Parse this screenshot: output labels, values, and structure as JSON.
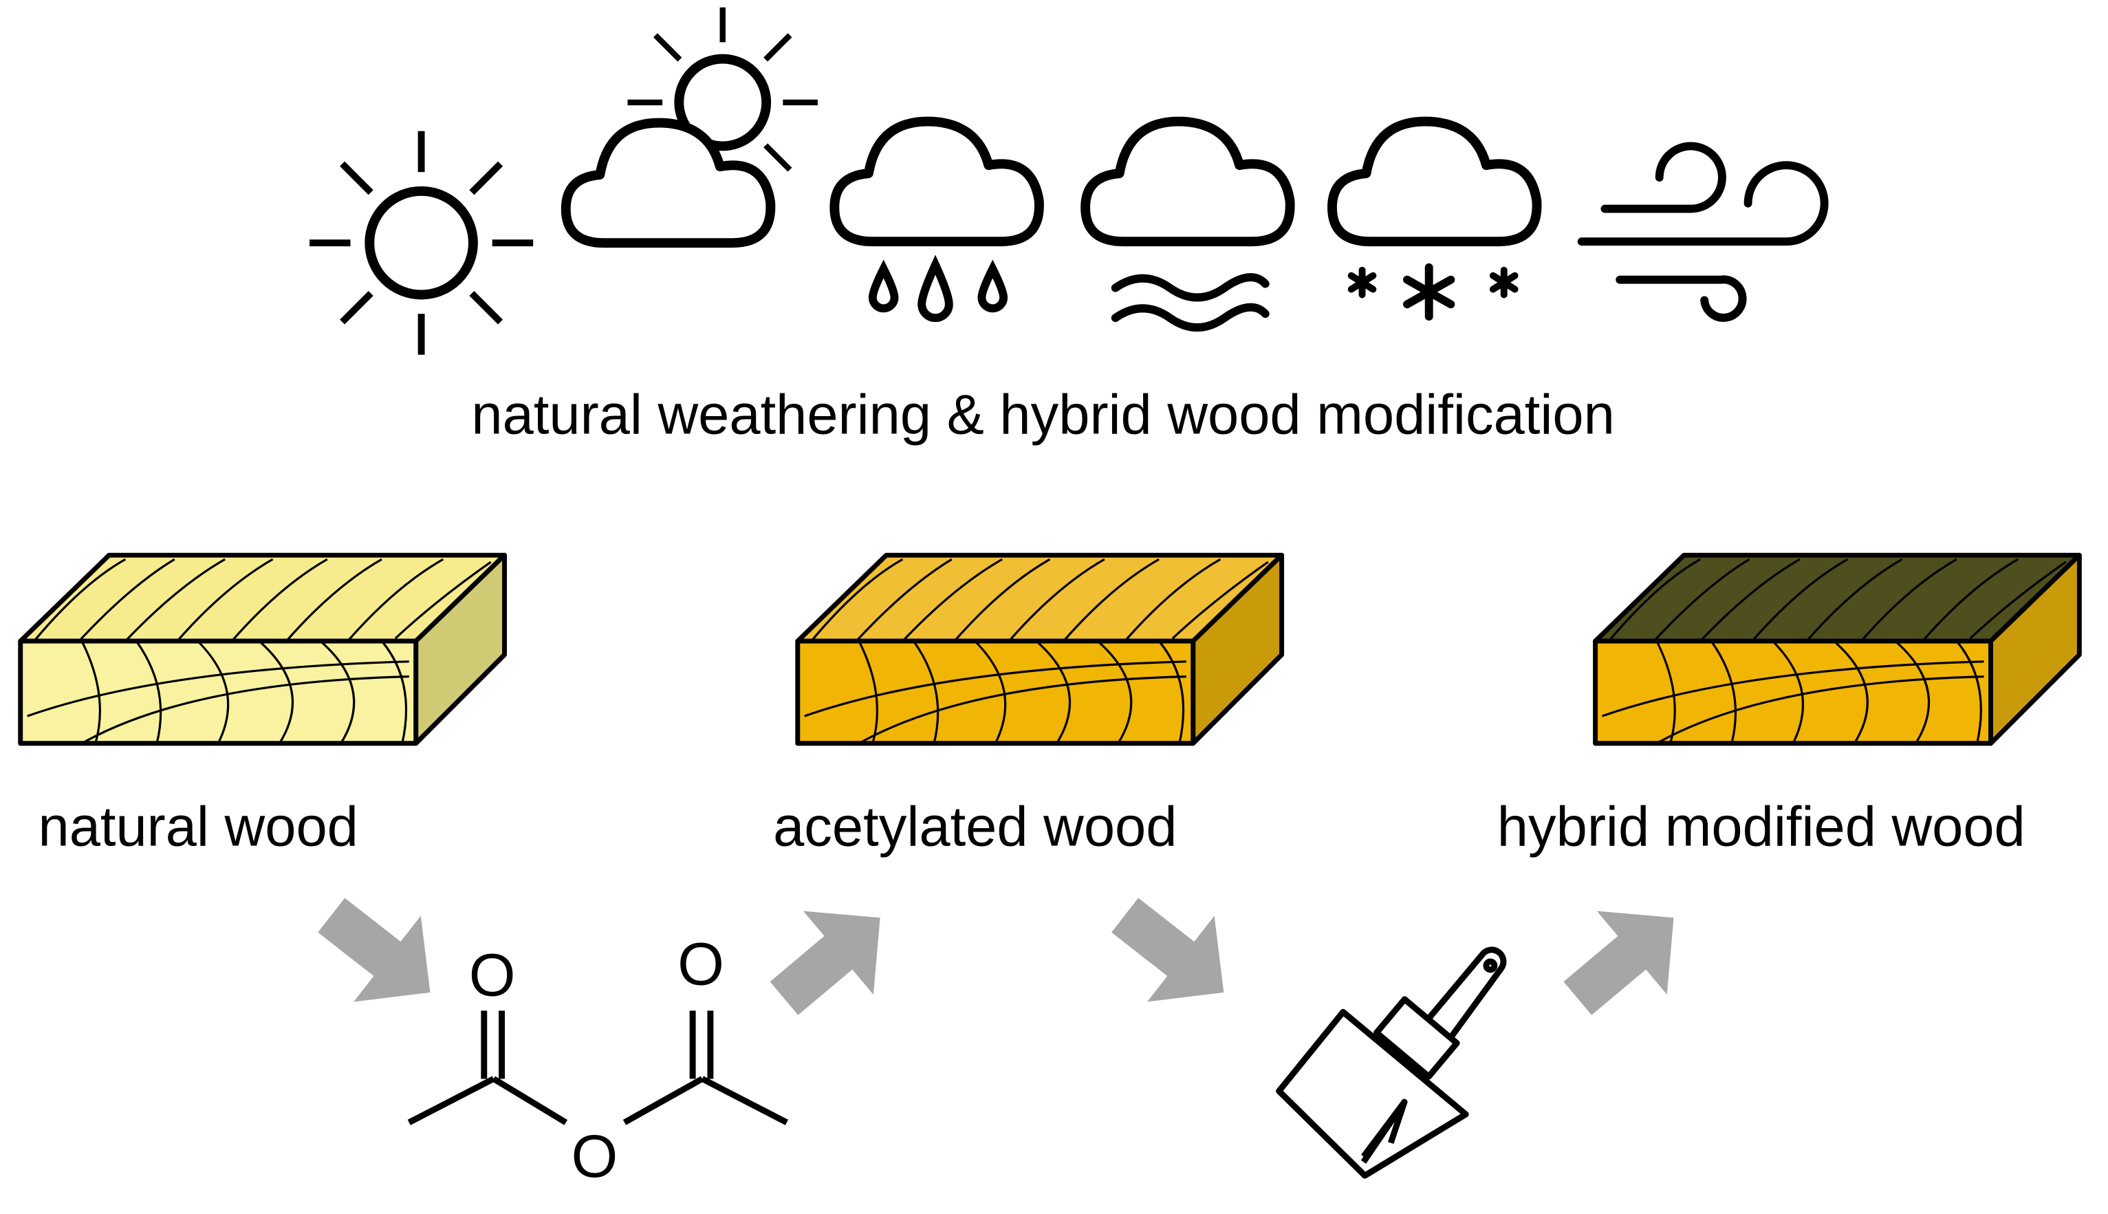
{
  "title": "natural weathering & hybrid wood modification",
  "weather_icons": [
    {
      "name": "sun-icon"
    },
    {
      "name": "partly-cloudy-icon"
    },
    {
      "name": "rain-cloud-icon"
    },
    {
      "name": "fog-cloud-icon"
    },
    {
      "name": "snow-cloud-icon"
    },
    {
      "name": "wind-icon"
    }
  ],
  "wood_blocks": [
    {
      "label": "natural wood",
      "top_color": "#f6ec8e",
      "front_color": "#f9f2a0",
      "side_color": "#cfca74"
    },
    {
      "label": "acetylated wood",
      "top_color": "#f0bf33",
      "front_color": "#f0b505",
      "side_color": "#c99a0a"
    },
    {
      "label": "hybrid modified wood",
      "top_color": "#4f4e1e",
      "front_color": "#f0b505",
      "side_color": "#c99a0a"
    }
  ],
  "acetic_anhydride": {
    "atoms": [
      "O",
      "O",
      "O"
    ]
  },
  "arrow_color": "#a6a6a6",
  "brush_icon": "paint-brush-icon"
}
